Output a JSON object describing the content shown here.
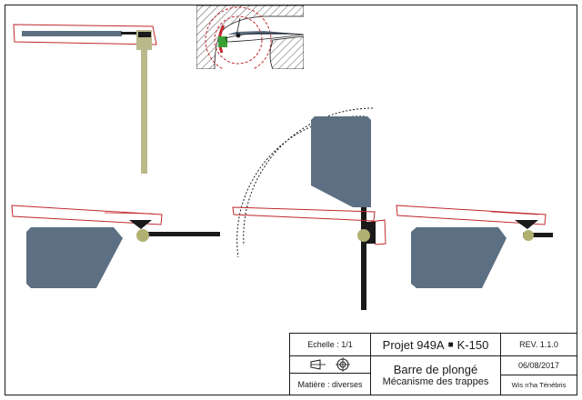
{
  "title_block": {
    "scale": "Echelle : 1/1",
    "project": "Projet 949A",
    "project_separator": "■",
    "model": "K-150",
    "revision": "REV. 1.1.0",
    "material": "Matière : diverses",
    "part_title": "Barre de plongé",
    "part_subtitle": "Mécanisme des trappes",
    "date": "06/08/2017",
    "author": "Wis n'ha Ténébris"
  },
  "colors": {
    "line": "#1a1a1a",
    "outline_red": "#c0282d",
    "plane_body": "#5d6f82",
    "shaft_tan": "#b9b98c",
    "pivot": "#b0b072",
    "hatch": "#555555",
    "green": "#3aa035"
  },
  "icons": [
    "projection-symbol-icon",
    "target-symbol-icon"
  ]
}
